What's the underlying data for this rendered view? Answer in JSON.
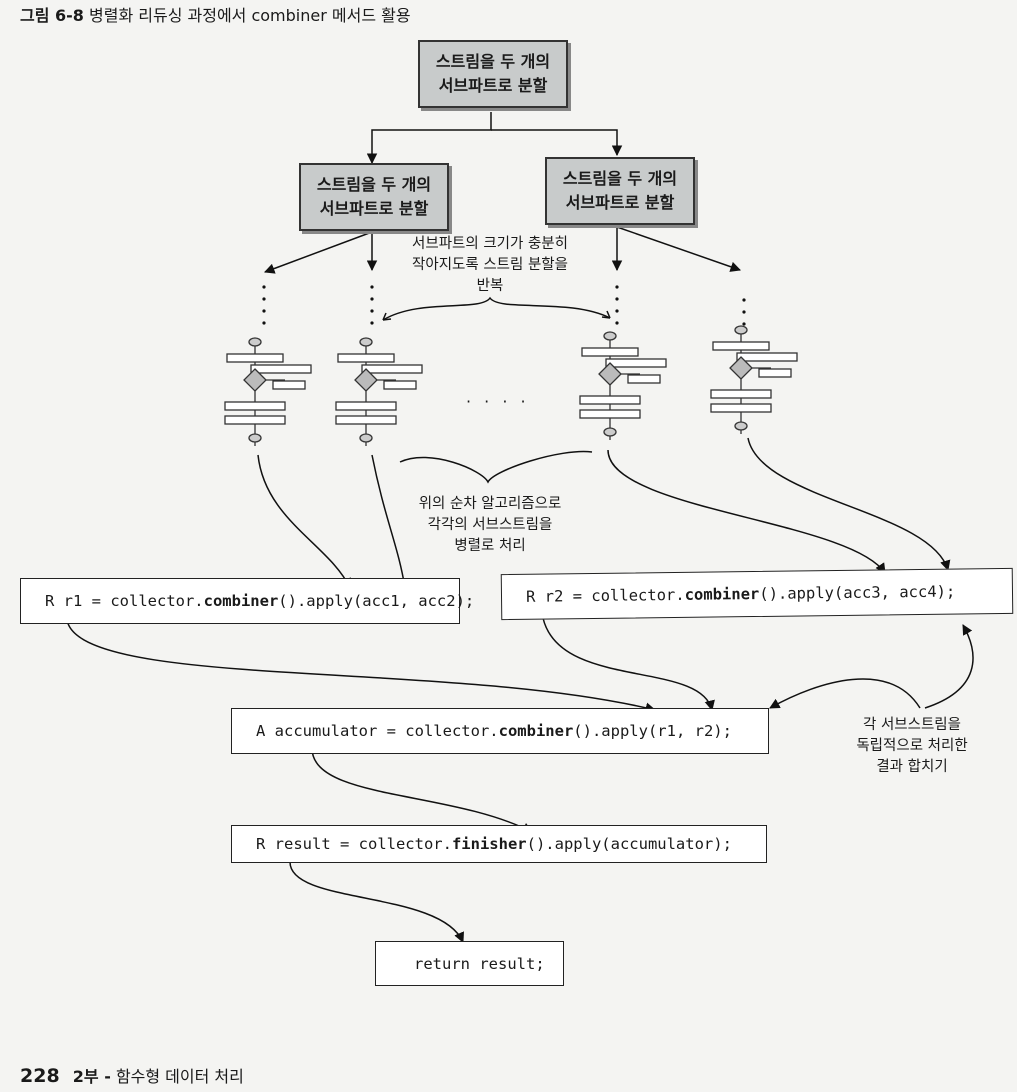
{
  "caption": {
    "label": "그림 6-8",
    "text": "병렬화 리듀싱 과정에서 combiner 메서드 활용"
  },
  "boxes": {
    "top": "스트림을 두 개의\n서브파트로 분할",
    "left": "스트림을 두 개의\n서브파트로 분할",
    "right": "스트림을 두 개의\n서브파트로 분할"
  },
  "notes": {
    "repeat": "서브파트의 크기가 충분히\n작아지도록 스트림 분할을\n반복",
    "sequential": "위의 순차 알고리즘으로\n각각의 서브스트림을\n병렬로 처리",
    "merge": "각 서브스트림을\n독립적으로 처리한\n결과 합치기"
  },
  "ellipsis": "· · · ·",
  "code": {
    "r1": {
      "pre": "R r1 = collector.",
      "method": "combiner",
      "post": "().apply(acc1, acc2);"
    },
    "r2": {
      "pre": "R r2 = collector.",
      "method": "combiner",
      "post": "().apply(acc3, acc4);"
    },
    "acc": {
      "pre": "A accumulator = collector.",
      "method": "combiner",
      "post": "().apply(r1, r2);"
    },
    "result": {
      "pre": "R result = collector.",
      "method": "finisher",
      "post": "().apply(accumulator);"
    },
    "ret": {
      "pre": "return result;",
      "method": "",
      "post": ""
    }
  },
  "footer": {
    "page": "228",
    "part": "2부 -",
    "title": "함수형 데이터 처리"
  }
}
